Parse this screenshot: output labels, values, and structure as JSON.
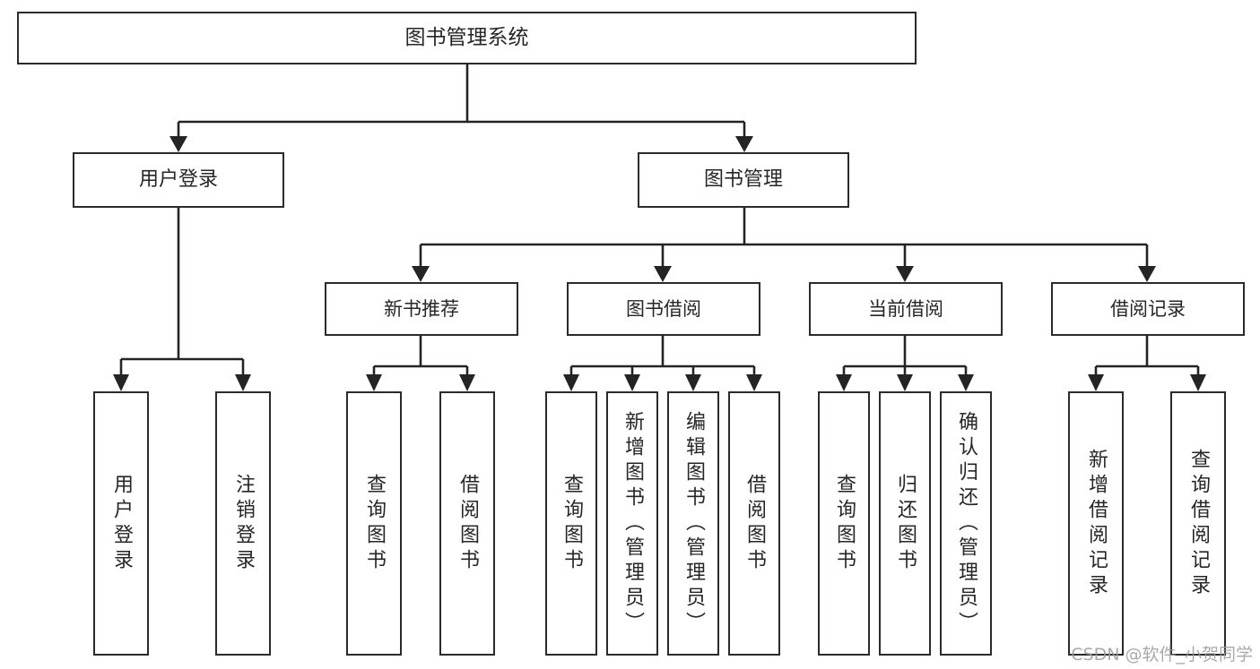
{
  "diagram": {
    "type": "tree",
    "title": "图书管理系统",
    "root": {
      "label": "图书管理系统"
    },
    "level2": [
      {
        "label": "用户登录"
      },
      {
        "label": "图书管理"
      }
    ],
    "level3": [
      {
        "label": "新书推荐"
      },
      {
        "label": "图书借阅"
      },
      {
        "label": "当前借阅"
      },
      {
        "label": "借阅记录"
      }
    ],
    "leaves": {
      "user_login": [
        {
          "label": "用户登录"
        },
        {
          "label": "注销登录"
        }
      ],
      "new_book_recommend": [
        {
          "label": "查询图书"
        },
        {
          "label": "借阅图书"
        }
      ],
      "book_borrow": [
        {
          "label": "查询图书"
        },
        {
          "label": "新增图书（管理员）"
        },
        {
          "label": "编辑图书（管理员）"
        },
        {
          "label": "借阅图书"
        }
      ],
      "current_borrow": [
        {
          "label": "查询图书"
        },
        {
          "label": "归还图书"
        },
        {
          "label": "确认归还（管理员）"
        }
      ],
      "borrow_record": [
        {
          "label": "新增借阅记录"
        },
        {
          "label": "查询借阅记录"
        }
      ]
    }
  },
  "watermark": {
    "text": "CSDN @软件_小贺同学"
  },
  "colors": {
    "stroke": "#2b2b2b",
    "text": "#262626",
    "background": "#ffffff",
    "watermark": "#9b9b9b"
  }
}
